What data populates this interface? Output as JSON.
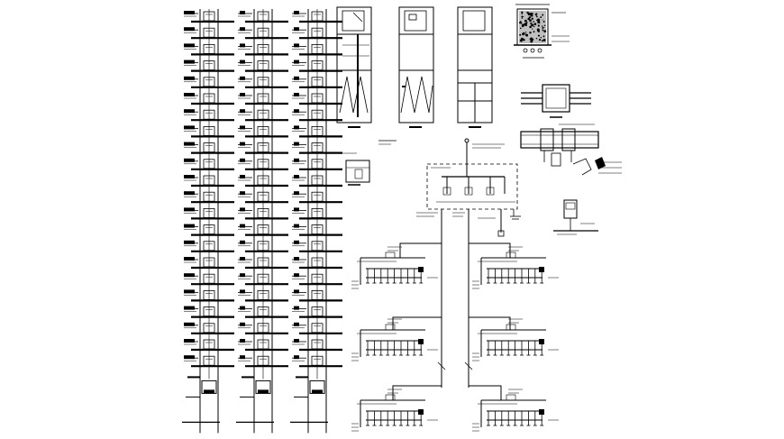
{
  "drawing": {
    "background": "#ffffff",
    "ink": "#000000",
    "risers": [
      {
        "id": "riser-a",
        "floors": 22
      },
      {
        "id": "riser-b",
        "floors": 22
      },
      {
        "id": "riser-c",
        "floors": 22
      }
    ],
    "panel_elevations": 3,
    "distribution": {
      "branches_per_side": 3,
      "outlets_per_branch": 9
    }
  }
}
